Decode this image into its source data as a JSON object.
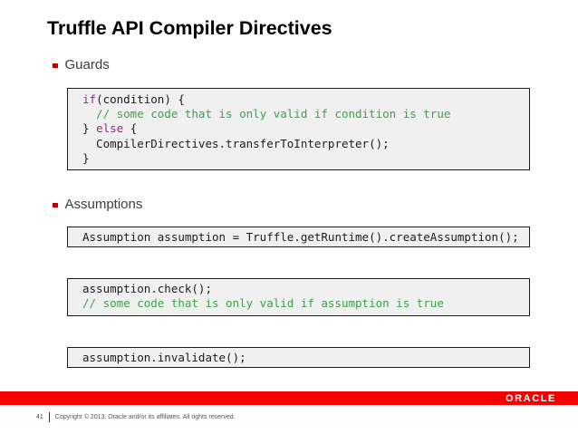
{
  "colors": {
    "accent_red": "#f40000",
    "bullet_red": "#c00000",
    "keyword": "#92278f",
    "comment": "#3aa345",
    "code_text": "#1c1c1c",
    "code_bg": "#f0f0f0",
    "code_border": "#1a1a1a",
    "footer_text": "#555555"
  },
  "header": {
    "title": "Truffle API Compiler Directives"
  },
  "sections": [
    {
      "label": "Guards"
    },
    {
      "label": "Assumptions"
    }
  ],
  "code_blocks": [
    {
      "name": "guards-example",
      "lines": [
        [
          {
            "text": "if",
            "type": "keyword"
          },
          {
            "text": "(condition) {",
            "type": "plain"
          }
        ],
        [
          {
            "text": "  // some code that is only valid if condition is true",
            "type": "comment"
          }
        ],
        [
          {
            "text": "} ",
            "type": "plain"
          },
          {
            "text": "else",
            "type": "keyword"
          },
          {
            "text": " {",
            "type": "plain"
          }
        ],
        [
          {
            "text": "  CompilerDirectives.transferToInterpreter();",
            "type": "plain"
          }
        ],
        [
          {
            "text": "}",
            "type": "plain"
          }
        ]
      ]
    },
    {
      "name": "assumption-create",
      "lines": [
        [
          {
            "text": "Assumption assumption = Truffle.getRuntime().createAssumption();",
            "type": "plain"
          }
        ]
      ]
    },
    {
      "name": "assumption-check",
      "lines": [
        [
          {
            "text": "assumption.check();",
            "type": "plain"
          }
        ],
        [
          {
            "text": "// some code that is only valid if assumption is true",
            "type": "comment"
          }
        ]
      ]
    },
    {
      "name": "assumption-invalidate",
      "lines": [
        [
          {
            "text": "assumption.invalidate();",
            "type": "plain"
          }
        ]
      ]
    }
  ],
  "footer": {
    "brand": "ORACLE",
    "page_number": "41",
    "copyright": "Copyright © 2013, Oracle and/or its affiliates. All rights reserved."
  }
}
